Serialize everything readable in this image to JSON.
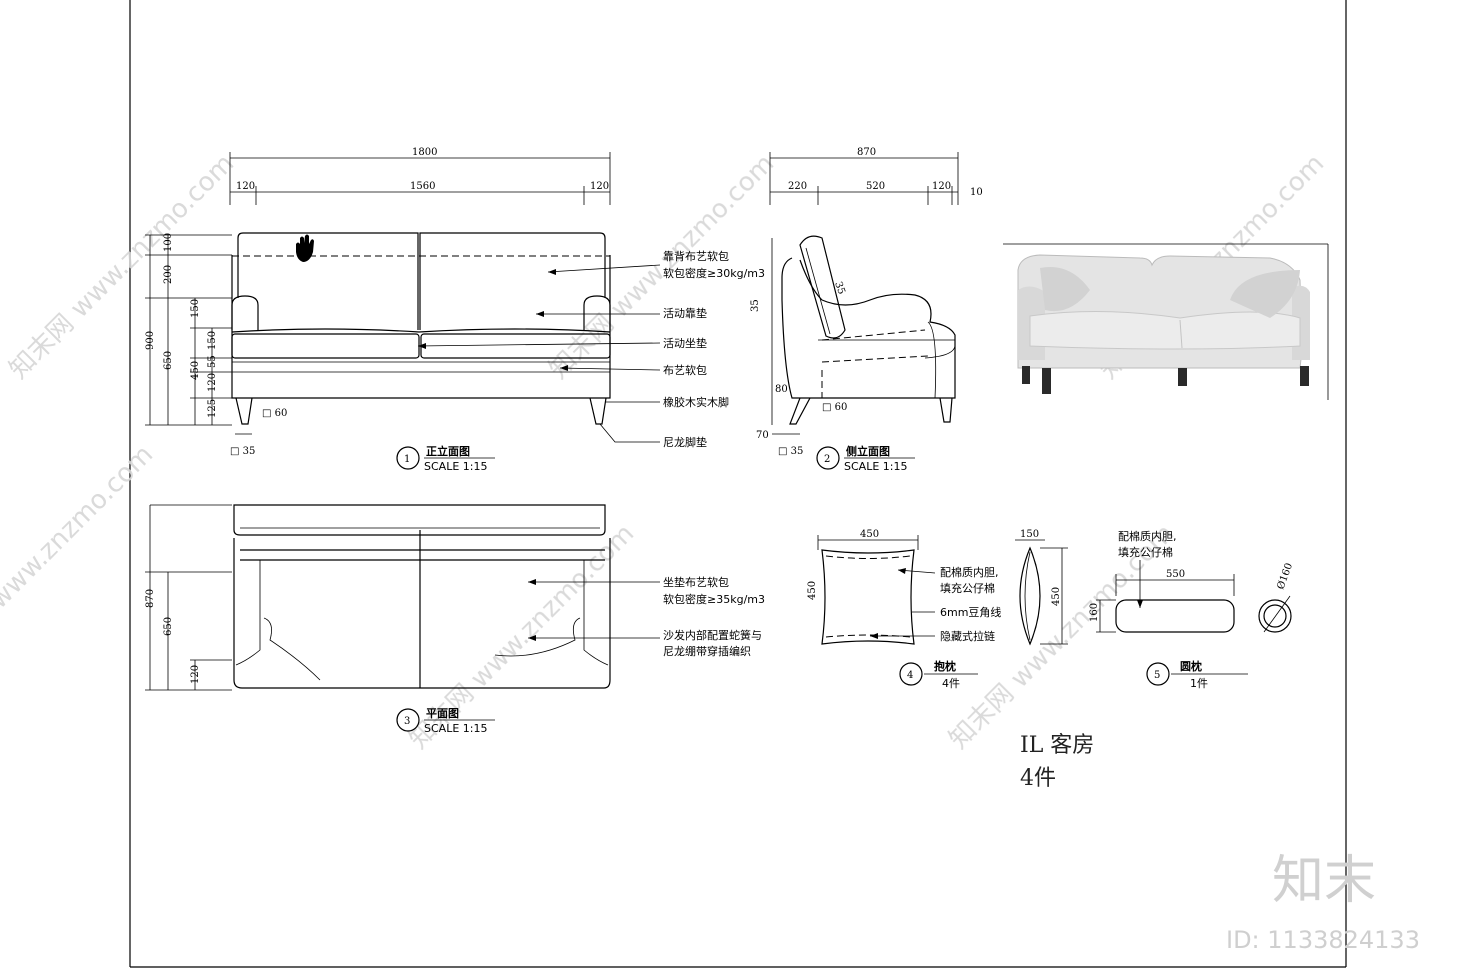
{
  "dimensions": {
    "front_total": "1800",
    "front_side_l": "120",
    "front_mid": "1560",
    "front_side_r": "120",
    "front_v_100": "100",
    "front_v_200": "200",
    "front_v_900": "900",
    "front_v_650": "650",
    "front_v_150a": "150",
    "front_v_450": "450",
    "front_v_150b": "150",
    "front_v_55": "55",
    "front_v_120": "120",
    "front_v_125": "125",
    "front_leg_sq": "□ 60",
    "front_leg_bottom": "□ 35",
    "side_total": "870",
    "side_a": "220",
    "side_b": "520",
    "side_c": "120",
    "side_d": "10",
    "side_v_35": "35",
    "side_v_80": "80",
    "side_leg_sq": "□ 60",
    "side_70": "70",
    "side_leg_bottom": "□ 35",
    "side_v_35b": "35",
    "plan_870": "870",
    "plan_650": "650",
    "plan_120": "120",
    "pillow_w": "450",
    "pillow_h": "450",
    "pillow_side_w": "150",
    "pillow_side_h": "450",
    "bolster_w": "550",
    "bolster_h": "160",
    "bolster_dia": "Ø160"
  },
  "labels": {
    "back_cushion_1": "靠背布艺软包",
    "back_cushion_2": "软包密度≥30kg/m3",
    "loose_back": "活动靠垫",
    "loose_seat": "活动坐垫",
    "fabric_padding": "布艺软包",
    "rubberwood_leg": "橡胶木实木脚",
    "nylon_pad": "尼龙脚垫",
    "seat_cushion_1": "坐垫布艺软包",
    "seat_cushion_2": "软包密度≥35kg/m3",
    "spring_1": "沙发内部配置蛇簧与",
    "spring_2": "尼龙绷带穿插编织",
    "pillow_fill_1": "配棉质内胆,",
    "pillow_fill_2": "填充公仔棉",
    "piping": "6mm豆角线",
    "zipper": "隐藏式拉链",
    "bolster_fill_1": "配棉质内胆,",
    "bolster_fill_2": "填充公仔棉"
  },
  "views": [
    {
      "num": "1",
      "name": "正立面图",
      "scale": "SCALE 1:15"
    },
    {
      "num": "2",
      "name": "侧立面图",
      "scale": "SCALE 1:15"
    },
    {
      "num": "3",
      "name": "平面图",
      "scale": "SCALE 1:15"
    },
    {
      "num": "4",
      "name": "抱枕",
      "qty": "4件"
    },
    {
      "num": "5",
      "name": "圆枕",
      "qty": "1件"
    }
  ],
  "note": {
    "line1": "IL 客房",
    "line2": "4件"
  },
  "watermark": {
    "site": "www.znzmo.com",
    "brand": "知末网",
    "logo": "知末",
    "id": "ID: 1133824133"
  }
}
